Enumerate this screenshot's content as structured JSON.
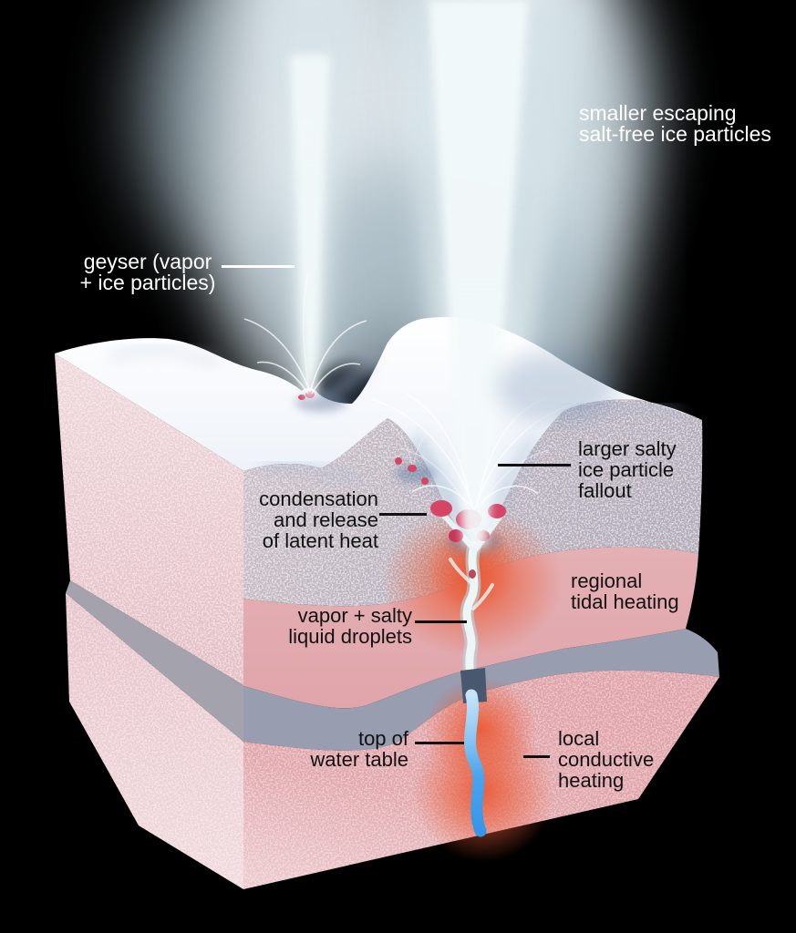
{
  "figure": {
    "type": "cutaway-diagram",
    "subject": "icy moon geyser cross-section block diagram",
    "palette": {
      "background": "#000000",
      "plume_glow": "#dbe9ee",
      "snow_surface": "#f5f8fc",
      "ice_crust_speckle": "#b5adb9",
      "upper_left_face_pink": "#e9cdd2",
      "tidal_heating_pink": "#e2abaf",
      "lower_mantle_pink": "#e0a4a9",
      "heat_glow_orange": "#ea5b37",
      "gap_gray": "#989db0",
      "water_blue": "#3f9ce9",
      "vent_red": "#d44566",
      "label_dark": "#111111",
      "label_light": "#ffffff"
    }
  },
  "labels": {
    "smaller_escaping": {
      "text": "smaller escaping\nsalt-free ice particles",
      "color": "#ffffff"
    },
    "geyser": {
      "text": "geyser (vapor\n+ ice particles)",
      "color": "#ffffff"
    },
    "larger_salty": {
      "text": "larger salty\nice particle\nfallout",
      "color": "#111111"
    },
    "condensation": {
      "text": "condensation\nand release\nof latent heat",
      "color": "#111111"
    },
    "regional_tidal": {
      "text": "regional\ntidal heating",
      "color": "#111111"
    },
    "vapor_salty": {
      "text": "vapor + salty\nliquid droplets",
      "color": "#111111"
    },
    "top_of_water_table": {
      "text": "top of\nwater table",
      "color": "#111111"
    },
    "local_conductive": {
      "text": "local\nconductive\nheating",
      "color": "#111111"
    }
  }
}
